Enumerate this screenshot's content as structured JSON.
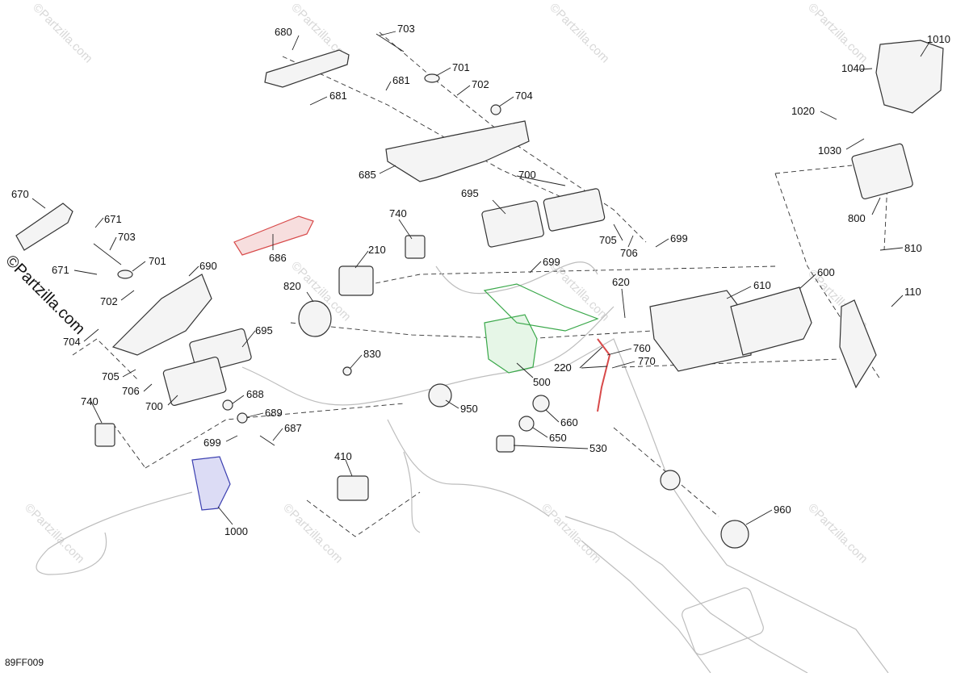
{
  "figure_code": "89FF009",
  "brand": "©Partzilla.com",
  "watermark": "©Partzilla.com",
  "colors": {
    "red_part": "#d84a4a",
    "green_part": "#3aa84a",
    "blue_part": "#3b3fb0",
    "outline": "#333333"
  },
  "callouts": [
    "680",
    "703",
    "701",
    "702",
    "681",
    "681",
    "704",
    "685",
    "700",
    "695",
    "699",
    "705",
    "706",
    "699",
    "1010",
    "1040",
    "1020",
    "1030",
    "800",
    "810",
    "670",
    "671",
    "703",
    "701",
    "690",
    "671",
    "702",
    "704",
    "686",
    "740",
    "210",
    "820",
    "620",
    "610",
    "600",
    "110",
    "695",
    "830",
    "705",
    "706",
    "700",
    "688",
    "689",
    "699",
    "687",
    "740",
    "500",
    "220",
    "760",
    "770",
    "950",
    "660",
    "650",
    "530",
    "410",
    "1000",
    "960"
  ]
}
